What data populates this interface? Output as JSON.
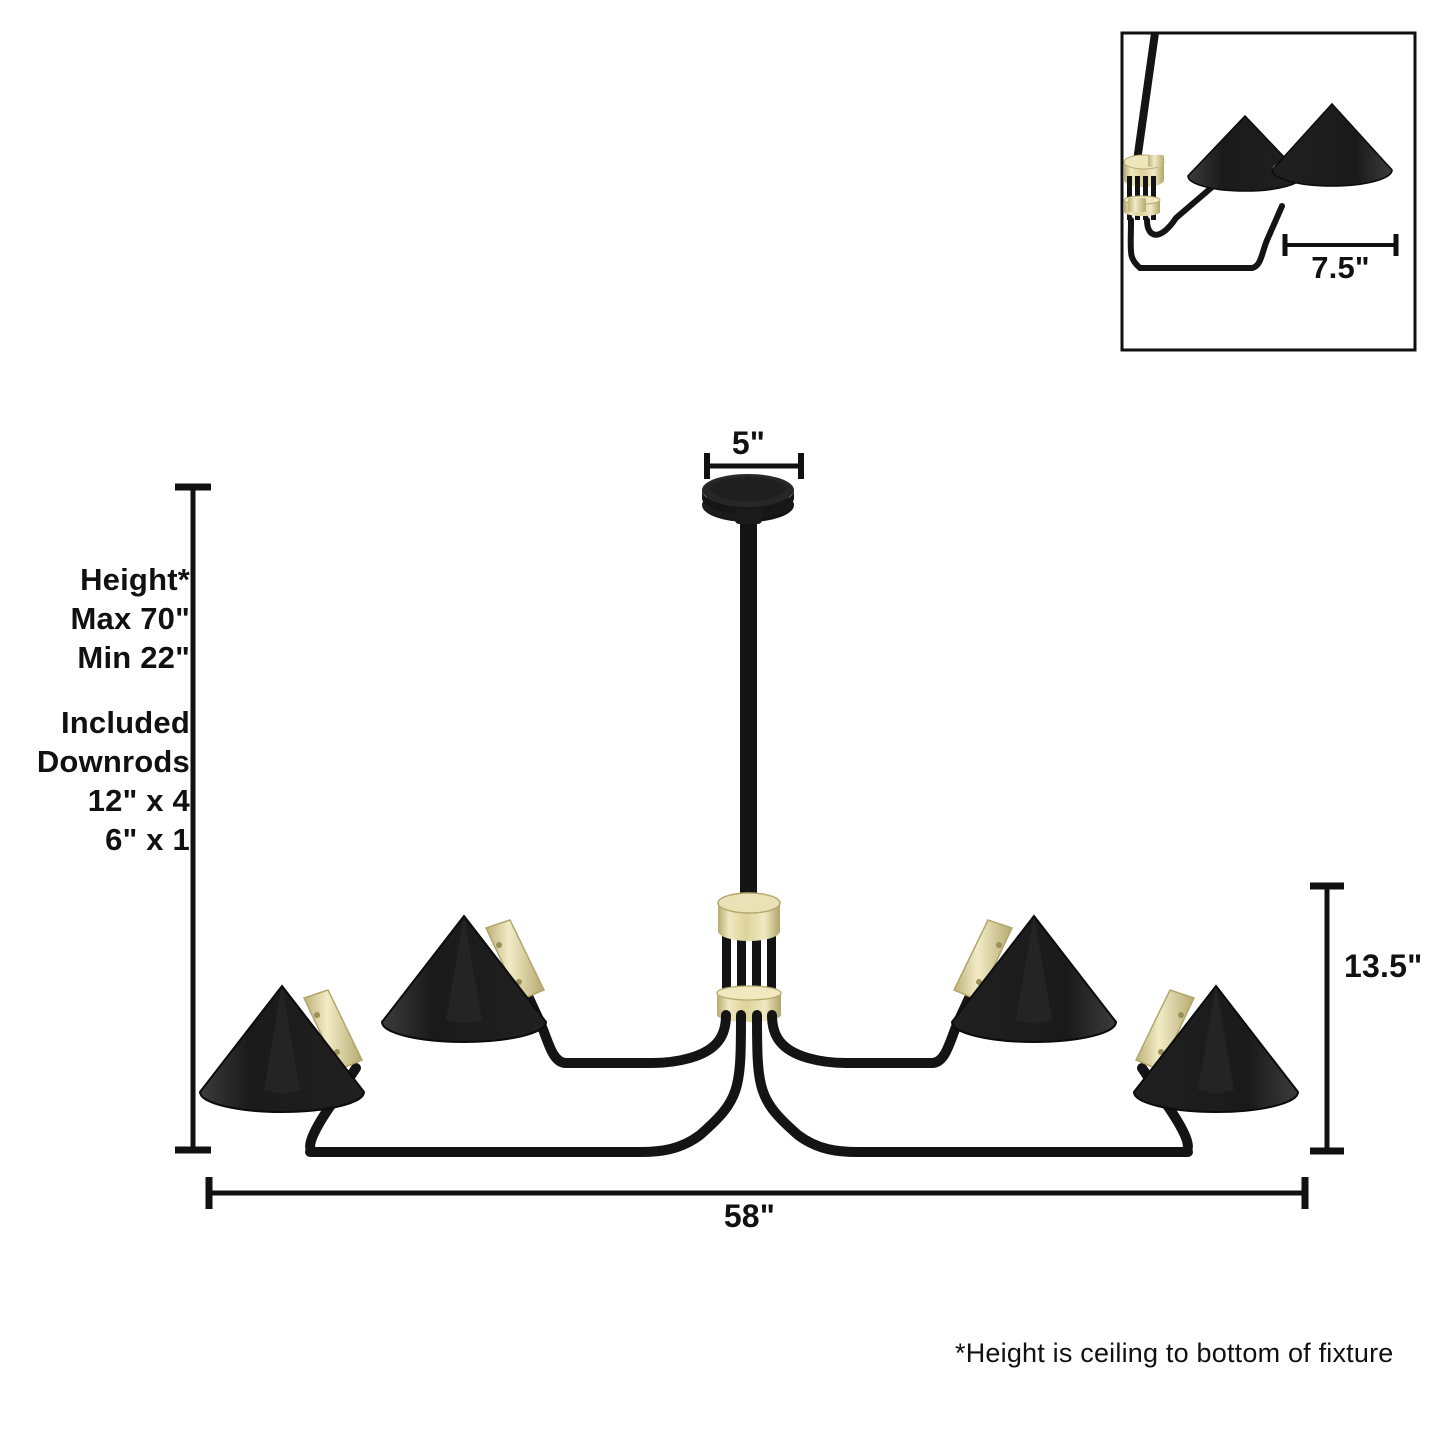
{
  "page": {
    "background": "#ffffff",
    "ink": "#111111",
    "product_type": "6-light linear chandelier dimension diagram"
  },
  "colors": {
    "shade_black": "#1c1c1c",
    "shade_black_light": "#3a3a3a",
    "brass": "#d8cf9a",
    "brass_dark": "#b0a46a",
    "brass_light": "#efe7bd",
    "rod_black": "#141414",
    "line": "#111111",
    "bulb": "#f2efe2"
  },
  "specs": {
    "height_label": "Height*",
    "height_max": "Max 70\"",
    "height_min": "Min 22\"",
    "downrods_title_1": "Included",
    "downrods_title_2": "Downrods",
    "downrod_1": "12\" x 4",
    "downrod_2": "6\" x 1"
  },
  "dimensions": {
    "canopy_width": "5\"",
    "overall_width": "58\"",
    "fixture_height": "13.5\"",
    "shade_width": "7.5\""
  },
  "footnote": {
    "text": "*Height is ceiling to bottom of fixture"
  },
  "inset": {
    "name": "detail-view",
    "caption": "7.5\""
  },
  "fixture": {
    "arm_count": 4,
    "shade_count": 4,
    "canopy": "round canopy",
    "downrod": "single downrod",
    "hub": "brass hub collar"
  }
}
